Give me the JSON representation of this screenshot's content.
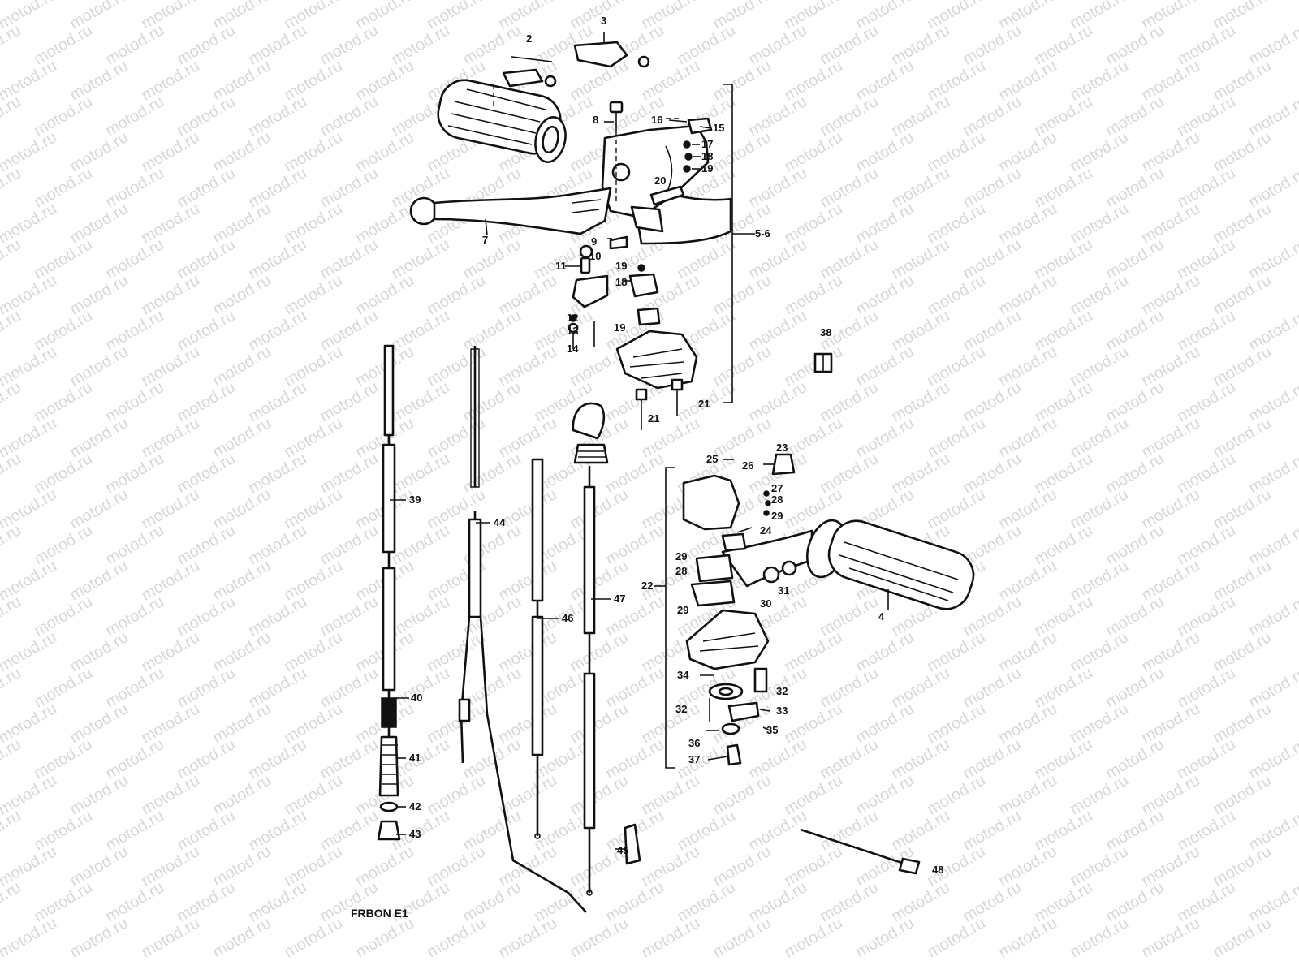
{
  "watermark": {
    "text": "motod.ru"
  },
  "footer": {
    "code": "FRBON E1"
  },
  "callouts": [
    "2",
    "3",
    "8",
    "16",
    "15",
    "17",
    "18",
    "19",
    "20",
    "7",
    "9",
    "10",
    "11",
    "19",
    "18",
    "12",
    "13",
    "14",
    "19",
    "21",
    "21",
    "5-6",
    "38",
    "39",
    "44",
    "47",
    "46",
    "45",
    "40",
    "41",
    "42",
    "43",
    "22",
    "23",
    "25",
    "26",
    "27",
    "28",
    "29",
    "24",
    "29",
    "28",
    "29",
    "31",
    "30",
    "4",
    "34",
    "32",
    "32",
    "33",
    "36",
    "35",
    "37",
    "48"
  ]
}
